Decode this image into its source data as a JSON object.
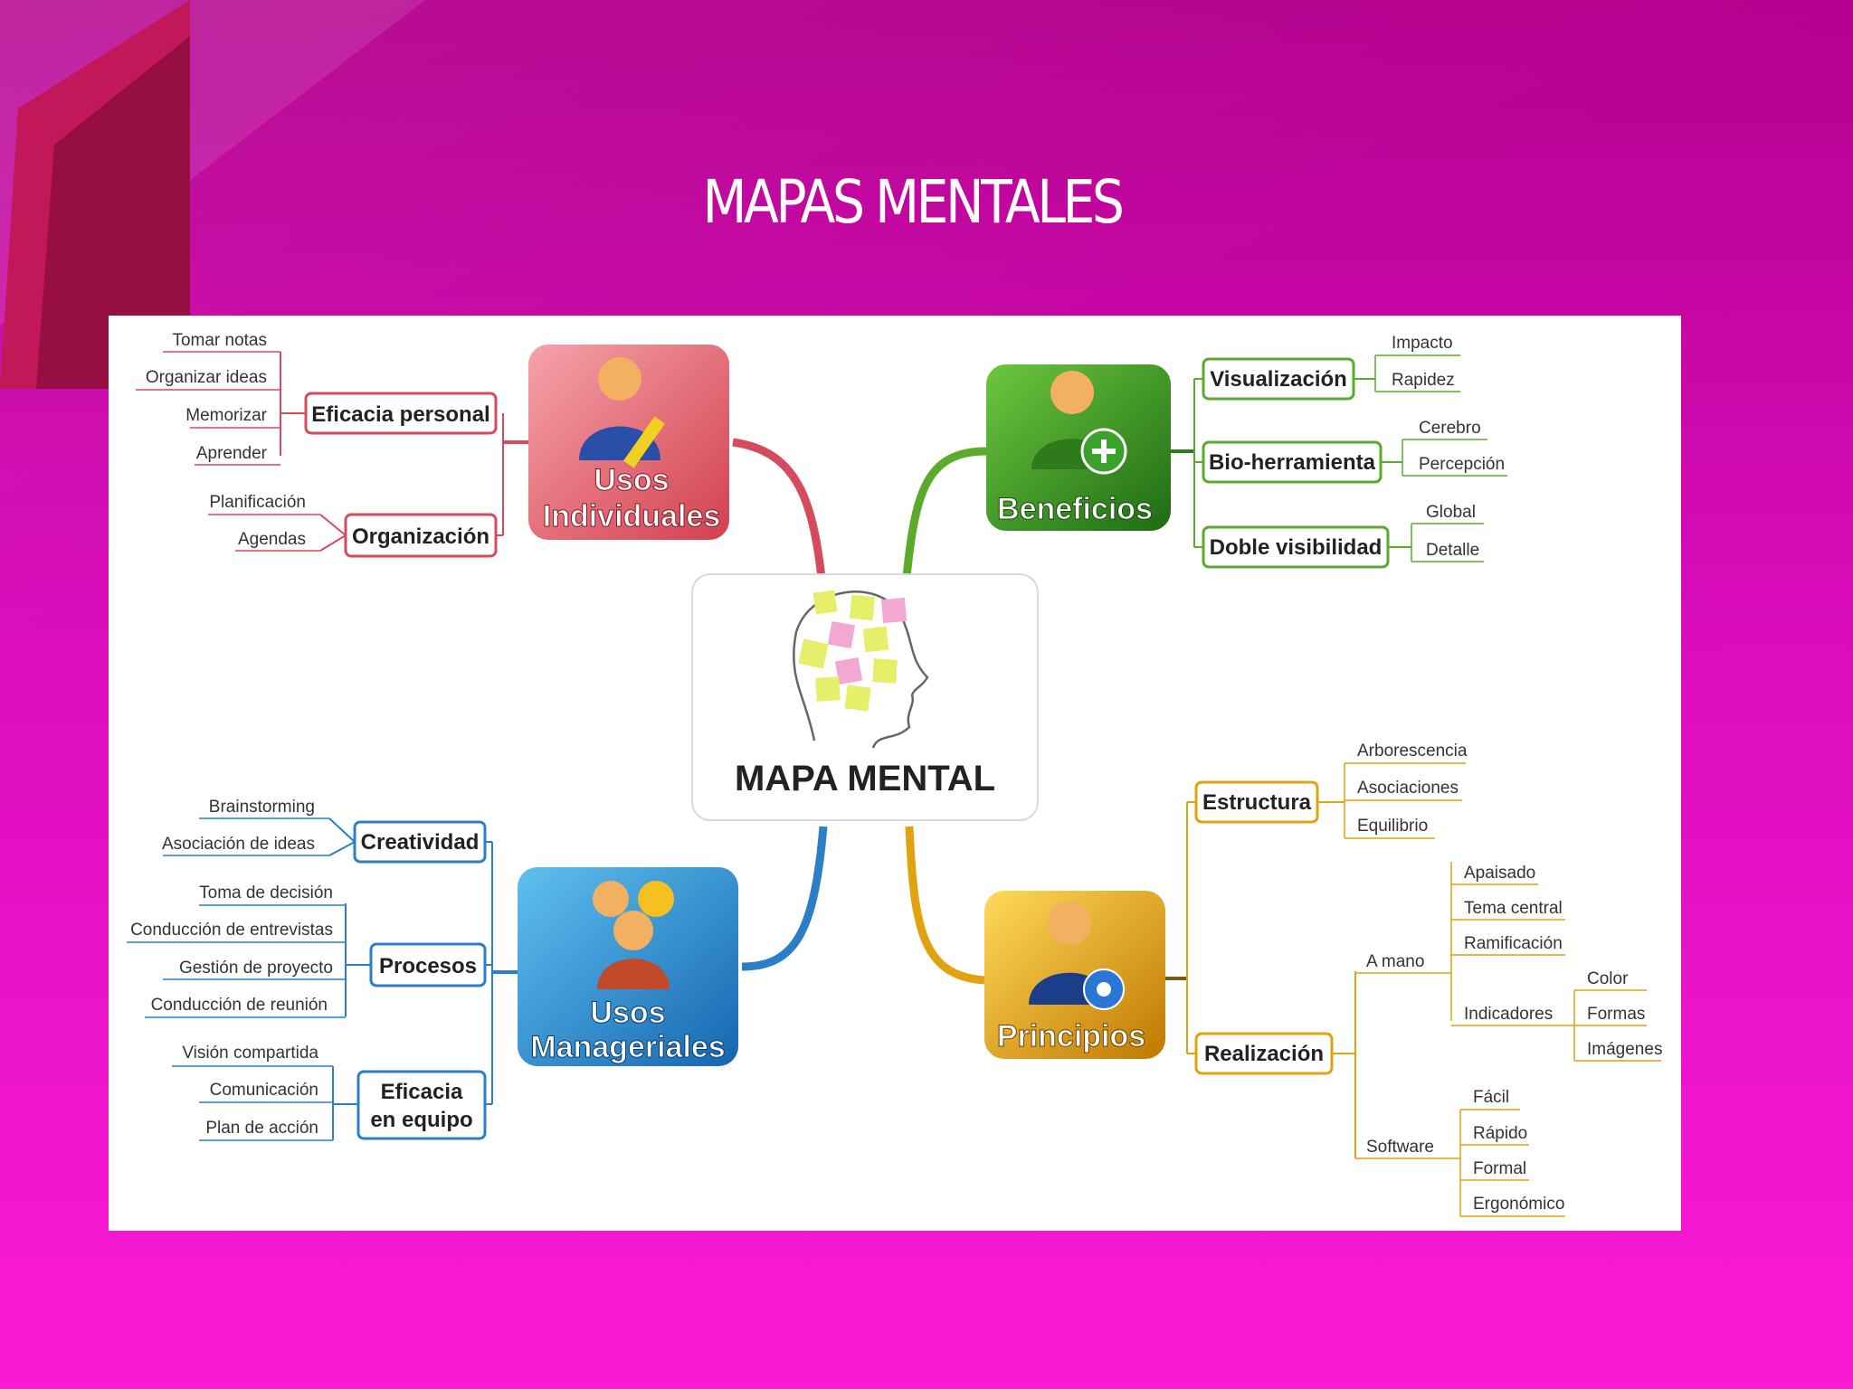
{
  "slide_title": "MAPAS MENTALES",
  "center_label": "MAPA MENTAL",
  "colors": {
    "individual": "#d64a5e",
    "beneficios": "#3f9a26",
    "managerial": "#2a7fc6",
    "principios": "#e0a20e",
    "heading": "#ffffff"
  },
  "categories": {
    "usos_individuales": {
      "line1": "Usos",
      "line2": "Individuales",
      "icon": "user-pencil-icon"
    },
    "beneficios": {
      "line1": "Beneficios",
      "icon": "user-plus-icon"
    },
    "usos_manageriales": {
      "line1": "Usos",
      "line2": "Manageriales",
      "icon": "group-icon"
    },
    "principios": {
      "line1": "Principios",
      "icon": "user-gear-icon"
    }
  },
  "branches": {
    "eficacia_personal": {
      "label": "Eficacia personal",
      "leaves": [
        "Tomar  notas",
        "Organizar  ideas",
        "Memorizar",
        "Aprender"
      ]
    },
    "organizacion": {
      "label": "Organización",
      "leaves": [
        "Planificación",
        "Agendas"
      ]
    },
    "visualizacion": {
      "label": "Visualización",
      "leaves": [
        "Impacto",
        "Rapidez"
      ]
    },
    "bio_herramienta": {
      "label": "Bio-herramienta",
      "leaves": [
        "Cerebro",
        "Percepción"
      ]
    },
    "doble_visibilidad": {
      "label": "Doble visibilidad",
      "leaves": [
        "Global",
        "Detalle"
      ]
    },
    "creatividad": {
      "label": "Creatividad",
      "leaves": [
        "Brainstorming",
        "Asociación de ideas"
      ]
    },
    "procesos": {
      "label": "Procesos",
      "leaves": [
        "Toma de decisión",
        "Conducción de entrevistas",
        "Gestión de proyecto",
        "Conducción de reunión"
      ]
    },
    "eficacia_equipo": {
      "line1": "Eficacia",
      "line2": "en equipo",
      "leaves": [
        "Visión compartida",
        "Comunicación",
        "Plan de acción"
      ]
    },
    "estructura": {
      "label": "Estructura",
      "leaves": [
        "Arborescencia",
        "Asociaciones",
        "Equilibrio"
      ]
    },
    "realizacion": {
      "label": "Realización",
      "a_mano": {
        "label": "A mano",
        "items": [
          "Apaisado",
          "Tema central",
          "Ramificación"
        ],
        "indicadores": {
          "label": "Indicadores",
          "items": [
            "Color",
            "Formas",
            "Imágenes"
          ]
        }
      },
      "software": {
        "label": "Software",
        "items": [
          "Fácil",
          "Rápido",
          "Formal",
          "Ergonómico"
        ]
      }
    }
  }
}
